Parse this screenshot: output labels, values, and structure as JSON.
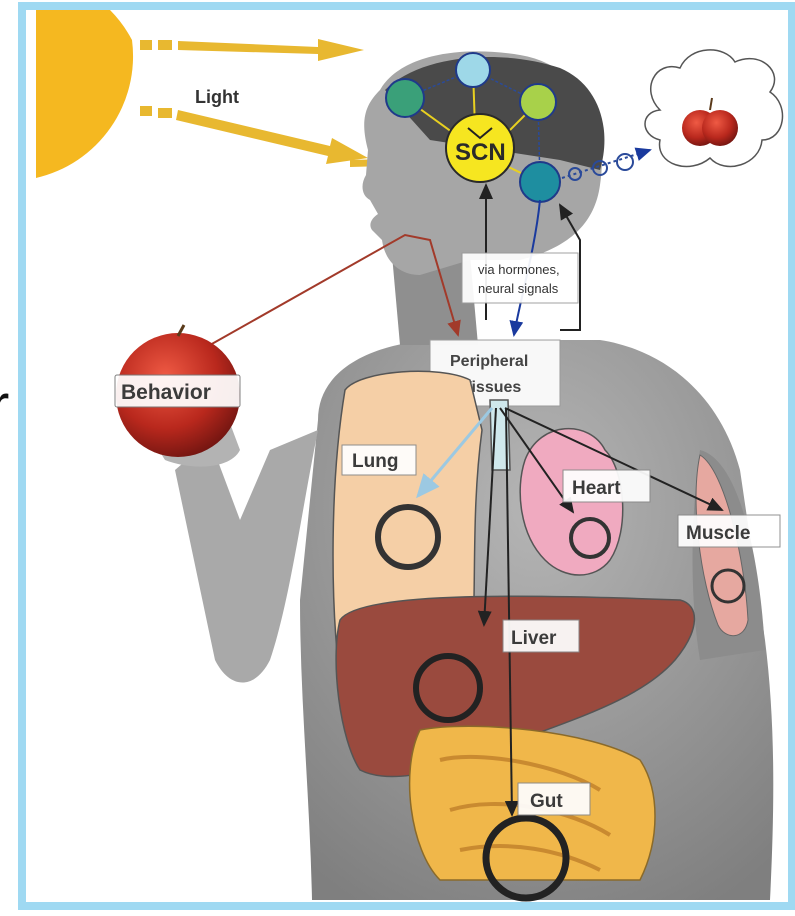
{
  "labels": {
    "light": "Light",
    "scn": "SCN",
    "via": "via hormones,\nneural signals",
    "peripheral": "Peripheral\nTissues",
    "behavior": "Behavior",
    "lung": "Lung",
    "heart": "Heart",
    "muscle": "Muscle",
    "liver": "Liver",
    "gut": "Gut",
    "cut_text": "r"
  },
  "colors": {
    "frame": "#9fd9f2",
    "sun": "#f5b820",
    "scn": "#f6e620",
    "apple": "#c22a1f",
    "lung": "#f5cfa6",
    "heart": "#f0aac0",
    "liver": "#9a4a3e",
    "gut": "#f0b74a",
    "body": "#9e9e9e"
  }
}
